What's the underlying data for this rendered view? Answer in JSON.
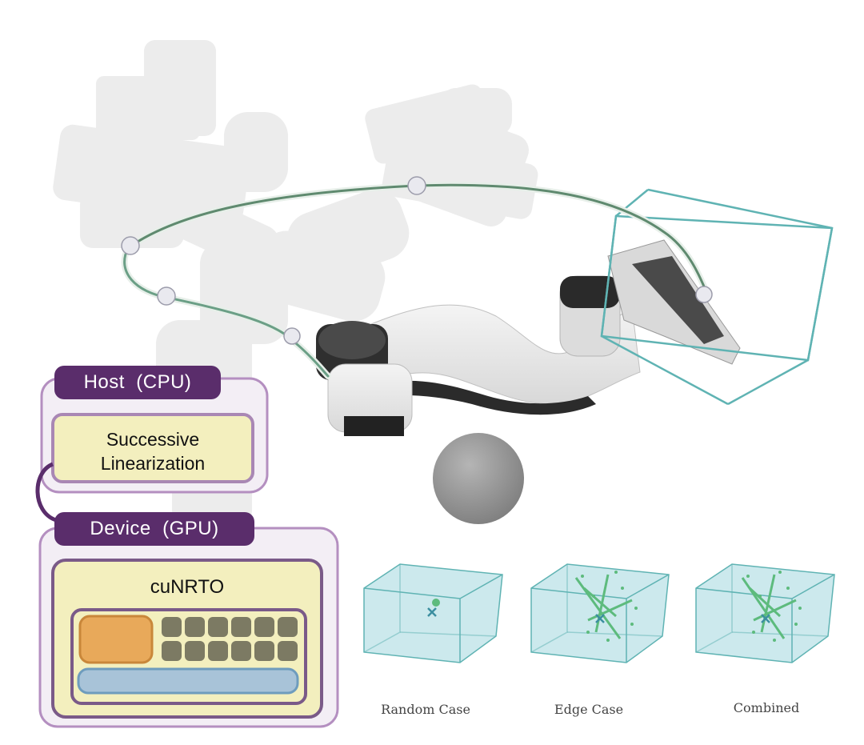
{
  "host": {
    "label": "Host  (CPU)",
    "module": {
      "line1": "Successive",
      "line2": "Linearization"
    }
  },
  "device": {
    "label": "Device  (GPU)",
    "module": "cuNRTO"
  },
  "panels": [
    {
      "caption": "Random Case"
    },
    {
      "caption": "Edge Case"
    },
    {
      "caption": "Combined"
    }
  ],
  "colors": {
    "host_device_accent": "#5a2d6b",
    "panel_border": "#b48fc0",
    "panel_fill": "#f3eef5",
    "module_fill": "#f3efbe",
    "orange_block": "#e8a95a",
    "core_block": "#7c7a63",
    "memory_bar": "#a8c3d8",
    "trajectory": "#6b9f86",
    "target_box": "#5fb3b3",
    "mini_box_fill": "#bfe3e8",
    "scatter": "#5dbb7d"
  }
}
